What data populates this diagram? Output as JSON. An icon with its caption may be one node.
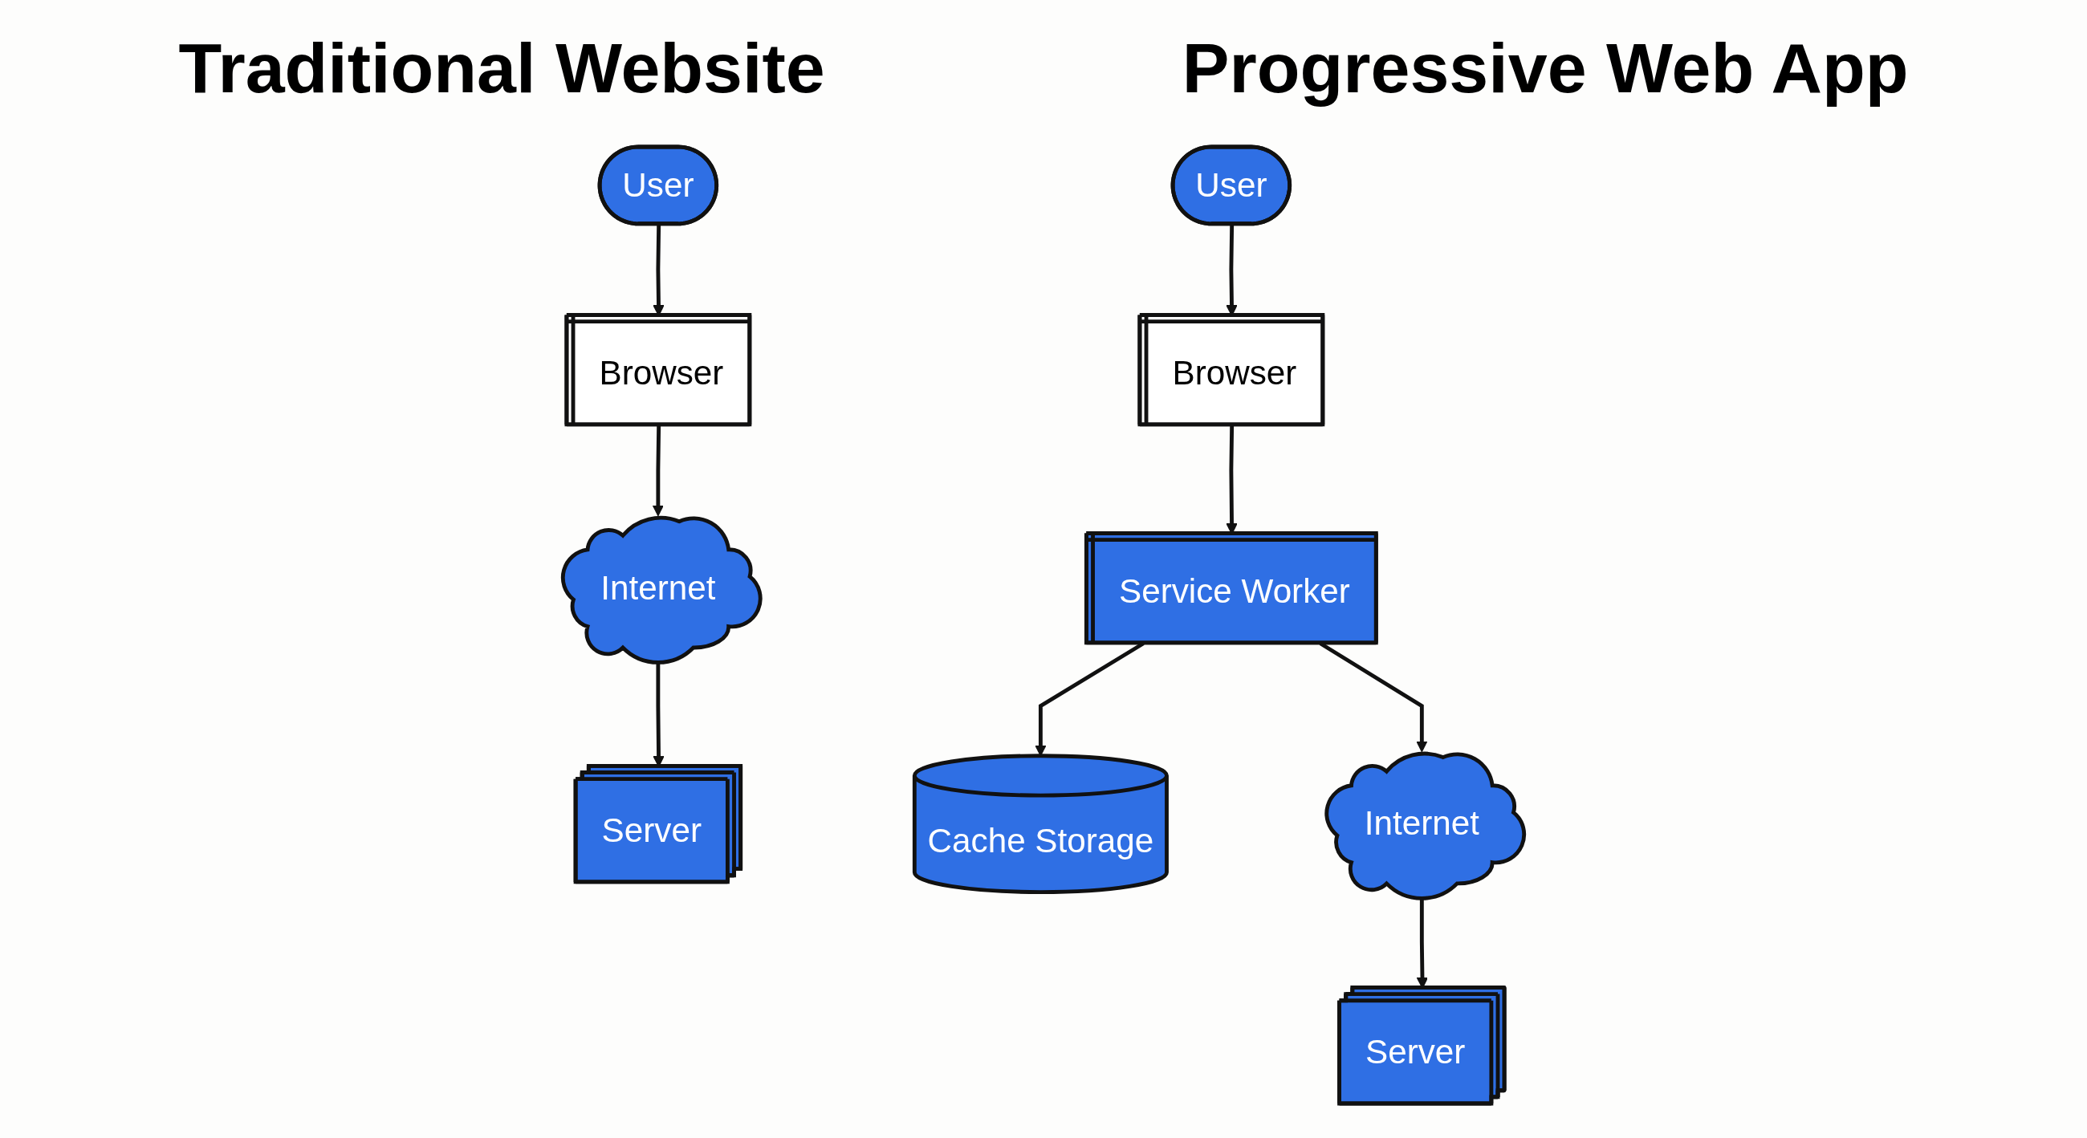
{
  "diagram": {
    "nodes": [
      {
        "text": [
          "User"
        ]
      },
      {
        "text": [
          "Browser"
        ]
      },
      {
        "text": [
          "Internet"
        ]
      },
      {
        "text": [
          "Server"
        ]
      },
      {
        "text": [
          "User"
        ]
      },
      {
        "text": [
          "Browser"
        ]
      },
      {
        "text": [
          "Service Worker"
        ]
      },
      {
        "text": [
          "Cache Storage"
        ]
      },
      {
        "text": [
          "Internet"
        ]
      },
      {
        "text": [
          "Server"
        ]
      }
    ],
    "edges": [
      {
        "from": 0,
        "to": 1,
        "arrow": "to"
      },
      {
        "from": 1,
        "to": 2,
        "arrow": "to"
      },
      {
        "from": 2,
        "to": 3,
        "arrow": "to"
      },
      {
        "from": 4,
        "to": 5,
        "arrow": "to"
      },
      {
        "from": 5,
        "to": 6,
        "arrow": "to"
      },
      {
        "from": 6,
        "to": 7,
        "arrow": "to"
      },
      {
        "from": 6,
        "to": 8,
        "arrow": "to"
      },
      {
        "from": 8,
        "to": 9,
        "arrow": "to"
      }
    ],
    "labels": [
      "Traditional Website",
      "Progressive Web App"
    ]
  }
}
